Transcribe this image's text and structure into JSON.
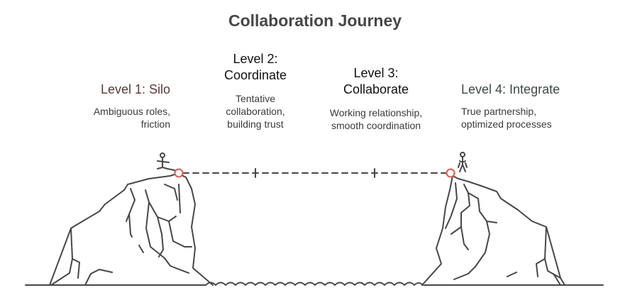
{
  "title": "Collaboration Journey",
  "levels": [
    {
      "heading": "Level 1: Silo",
      "desc_lines": [
        "Ambiguous roles,",
        "friction"
      ]
    },
    {
      "heading_lines": [
        "Level 2:",
        "Coordinate"
      ],
      "desc_lines": [
        "Tentative",
        "collaboration,",
        "building trust"
      ]
    },
    {
      "heading_lines": [
        "Level 3:",
        "Collaborate"
      ],
      "desc_lines": [
        "Working relationship,",
        "smooth coordination"
      ]
    },
    {
      "heading": "Level 4: Integrate",
      "desc_lines": [
        "True partnership,",
        "optimized processes"
      ]
    }
  ],
  "colors": {
    "ink": "#474747",
    "marker": "#e05a4f"
  }
}
